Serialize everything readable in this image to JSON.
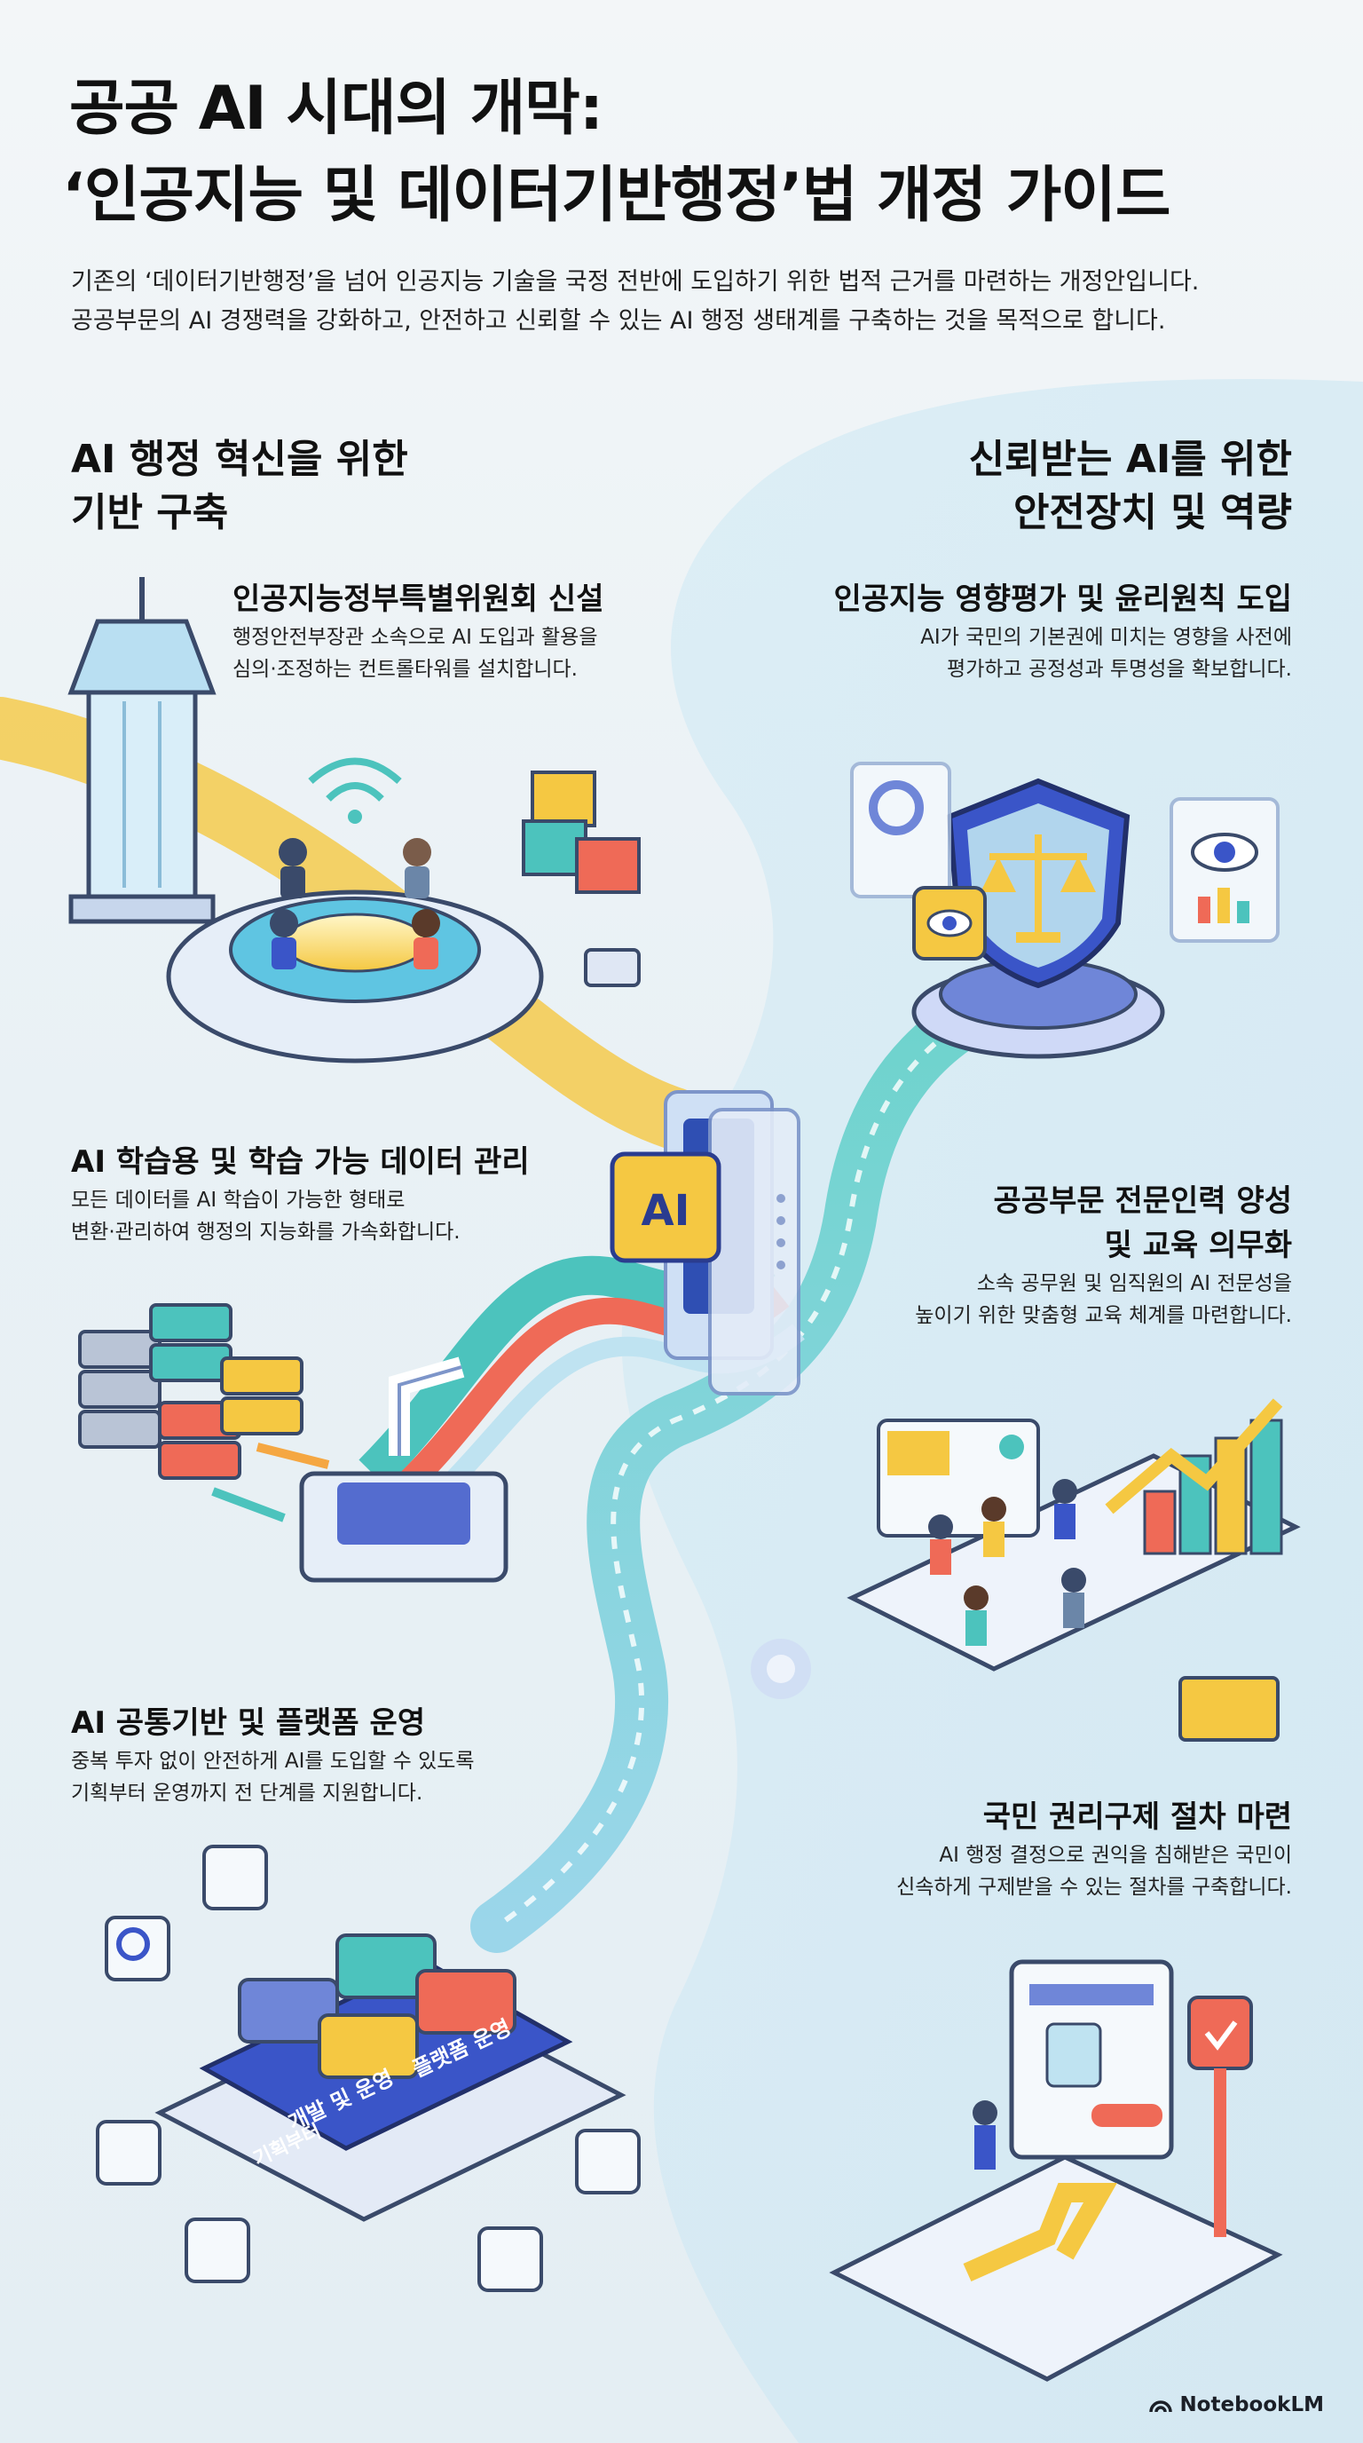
{
  "header": {
    "title_line1": "공공 AI 시대의 개막:",
    "title_line2": "‘인공지능 및 데이터기반행정’법 개정 가이드",
    "intro_line1": "기존의 ‘데이터기반행정’을 넘어 인공지능 기술을 국정 전반에 도입하기 위한 법적 근거를 마련하는 개정안입니다.",
    "intro_line2": "공공부문의 AI 경쟁력을 강화하고, 안전하고 신뢰할 수 있는 AI 행정 생태계를 구축하는 것을 목적으로 합니다."
  },
  "left_section": {
    "heading_line1": "AI 행정 혁신을 위한",
    "heading_line2": "기반 구축",
    "cards": [
      {
        "title": "인공지능정부특별위원회 신설",
        "desc_line1": "행정안전부장관 소속으로 AI 도입과 활용을",
        "desc_line2": "심의·조정하는 컨트롤타워를 설치합니다."
      },
      {
        "title": "AI 학습용 및 학습 가능 데이터 관리",
        "desc_line1": "모든 데이터를 AI 학습이 가능한 형태로",
        "desc_line2": "변환·관리하여 행정의 지능화를 가속화합니다."
      },
      {
        "title": "AI 공통기반 및 플랫폼 운영",
        "desc_line1": "중복 투자 없이 안전하게 AI를 도입할 수 있도록",
        "desc_line2": "기획부터 운영까지 전 단계를 지원합니다."
      }
    ]
  },
  "right_section": {
    "heading_line1": "신뢰받는 AI를 위한",
    "heading_line2": "안전장치 및 역량",
    "cards": [
      {
        "title": "인공지능 영향평가 및 윤리원칙 도입",
        "desc_line1": "AI가 국민의 기본권에 미치는 영향을 사전에",
        "desc_line2": "평가하고 공정성과 투명성을 확보합니다."
      },
      {
        "title_line1": "공공부문 전문인력 양성",
        "title_line2": "및 교육 의무화",
        "desc_line1": "소속 공무원 및 임직원의 AI 전문성을",
        "desc_line2": "높이기 위한 맞춤형 교육 체계를 마련합니다."
      },
      {
        "title": "국민 권리구제 절차 마련",
        "desc_line1": "AI 행정 결정으로 권익을 침해받은 국민이",
        "desc_line2": "신속하게 구제받을 수 있는 절차를 구축합니다."
      }
    ]
  },
  "illustrations": {
    "ai_chip_label": "AI",
    "platform_label_1": "개발 및 운영",
    "platform_label_2": "플랫폼 운영",
    "platform_label_3": "기획부터"
  },
  "brand": {
    "name": "NotebookLM"
  },
  "colors": {
    "teal": "#4cc3bd",
    "yellow": "#f5c842",
    "red": "#ef6a57",
    "blue": "#3a55c8",
    "sky": "#bfe3f1"
  }
}
